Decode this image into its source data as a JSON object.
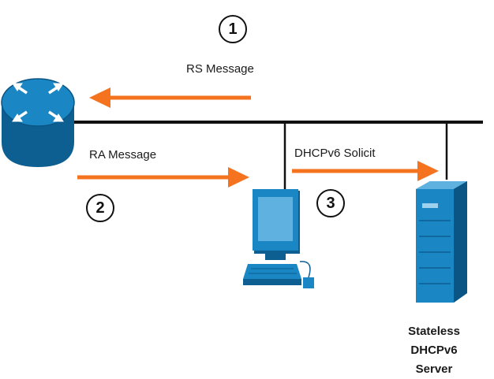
{
  "diagram": {
    "messages": {
      "rs": "RS Message",
      "ra": "RA Message",
      "solicit": "DHCPv6 Solicit"
    },
    "steps": [
      "1",
      "2",
      "3"
    ],
    "server_caption_line1": "Stateless DHCPv6",
    "server_caption_line2": "Server",
    "nodes": [
      "router-icon",
      "workstation-icon",
      "server-icon"
    ],
    "colors": {
      "arrow": "#f5731e",
      "device": "#1a86c4",
      "device_dark": "#0e5f91",
      "bus": "#111111"
    }
  }
}
